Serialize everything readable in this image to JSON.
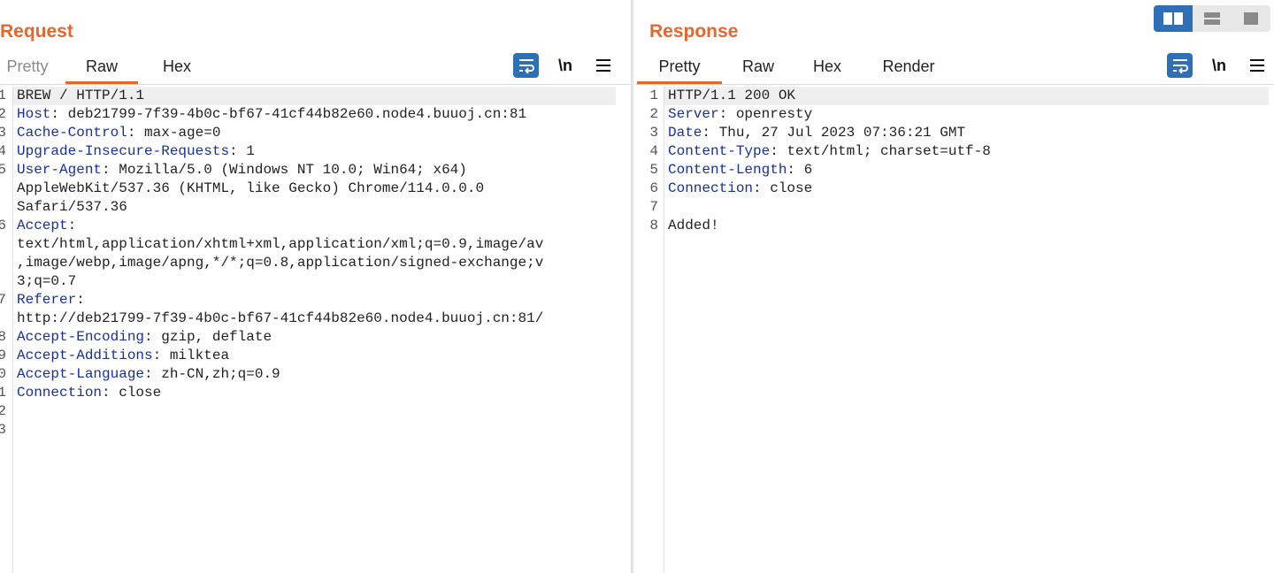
{
  "layout_switch": [
    {
      "name": "side-by-side",
      "active": true
    },
    {
      "name": "top-bottom",
      "active": false
    },
    {
      "name": "single",
      "active": false
    }
  ],
  "request": {
    "title": "Request",
    "tabs": [
      "Pretty",
      "Raw",
      "Hex"
    ],
    "active_tab": "Raw",
    "newline_label": "\\n",
    "lines": [
      {
        "num": "1",
        "key": "",
        "rest": "BREW / HTTP/1.1"
      },
      {
        "num": "2",
        "key": "Host",
        "rest": ": deb21799-7f39-4b0c-bf67-41cf44b82e60.node4.buuoj.cn:81"
      },
      {
        "num": "3",
        "key": "Cache-Control",
        "rest": ": max-age=0"
      },
      {
        "num": "4",
        "key": "Upgrade-Insecure-Requests",
        "rest": ": 1"
      },
      {
        "num": "5",
        "key": "User-Agent",
        "rest": ": Mozilla/5.0 (Windows NT 10.0; Win64; x64)"
      },
      {
        "num": "",
        "key": "",
        "rest": "AppleWebKit/537.36 (KHTML, like Gecko) Chrome/114.0.0.0"
      },
      {
        "num": "",
        "key": "",
        "rest": "Safari/537.36"
      },
      {
        "num": "6",
        "key": "Accept",
        "rest": ":"
      },
      {
        "num": "",
        "key": "",
        "rest": "text/html,application/xhtml+xml,application/xml;q=0.9,image/av"
      },
      {
        "num": "",
        "key": "",
        "rest": ",image/webp,image/apng,*/*;q=0.8,application/signed-exchange;v"
      },
      {
        "num": "",
        "key": "",
        "rest": "3;q=0.7"
      },
      {
        "num": "7",
        "key": "Referer",
        "rest": ":"
      },
      {
        "num": "",
        "key": "",
        "rest": "http://deb21799-7f39-4b0c-bf67-41cf44b82e60.node4.buuoj.cn:81/"
      },
      {
        "num": "8",
        "key": "Accept-Encoding",
        "rest": ": gzip, deflate"
      },
      {
        "num": "9",
        "key": "Accept-Additions",
        "rest": ": milktea"
      },
      {
        "num": "0",
        "key": "Accept-Language",
        "rest": ": zh-CN,zh;q=0.9"
      },
      {
        "num": "1",
        "key": "Connection",
        "rest": ": close"
      },
      {
        "num": "2",
        "key": "",
        "rest": ""
      },
      {
        "num": "3",
        "key": "",
        "rest": ""
      }
    ]
  },
  "response": {
    "title": "Response",
    "tabs": [
      "Pretty",
      "Raw",
      "Hex",
      "Render"
    ],
    "active_tab": "Pretty",
    "newline_label": "\\n",
    "lines": [
      {
        "num": "1",
        "key": "",
        "rest": "HTTP/1.1 200 OK"
      },
      {
        "num": "2",
        "key": "Server",
        "rest": ": openresty"
      },
      {
        "num": "3",
        "key": "Date",
        "rest": ": Thu, 27 Jul 2023 07:36:21 GMT"
      },
      {
        "num": "4",
        "key": "Content-Type",
        "rest": ": text/html; charset=utf-8"
      },
      {
        "num": "5",
        "key": "Content-Length",
        "rest": ": 6"
      },
      {
        "num": "6",
        "key": "Connection",
        "rest": ": close"
      },
      {
        "num": "7",
        "key": "",
        "rest": ""
      },
      {
        "num": "8",
        "key": "",
        "rest": "Added!"
      }
    ]
  },
  "colors": {
    "accent_orange": "#e8652c",
    "button_blue": "#2e6fb6",
    "header_key_blue": "#1a2f9f"
  }
}
